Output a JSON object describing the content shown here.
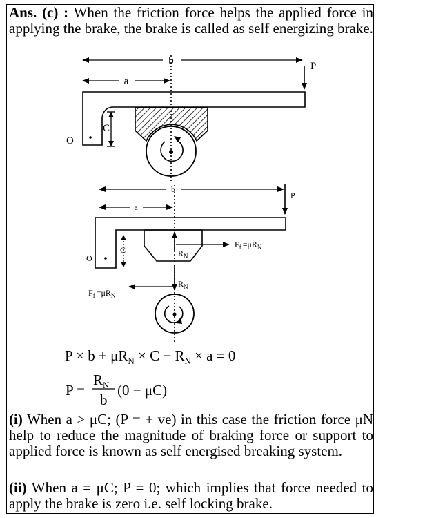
{
  "intro": {
    "label": "Ans. (c) :",
    "text": "When the friction force helps the applied force in applying the brake, the brake is called as self energizing brake."
  },
  "figure1": {
    "dim_b": "b",
    "dim_a": "a",
    "dim_c": "C",
    "force_p": "P",
    "pivot": "O"
  },
  "figure2": {
    "dim_b": "b",
    "dim_a": "a",
    "dim_c": "C",
    "force_p": "P",
    "pivot": "O",
    "reaction": "R",
    "reaction_sub": "N",
    "friction_right": "F",
    "friction_right_sub": "f",
    "friction_right_eq": "=μR",
    "friction_right_eq_sub": "N",
    "friction_left": "F",
    "friction_left_sub": "f",
    "friction_left_eq": "=μR",
    "friction_left_eq_sub": "N"
  },
  "equation1": {
    "part1": "P × b + μR",
    "sub1": "N",
    "part2": " × C − R",
    "sub2": "N",
    "part3": " × a = 0"
  },
  "equation2": {
    "lhs": "P =",
    "num": "R",
    "num_sub": "N",
    "den": "b",
    "rest": "(0 − μC)"
  },
  "point1": {
    "label": "(i)",
    "text": "When a > μC; (P = + ve) in this case the friction force μN help to reduce the magnitude of braking force or support to applied force is known as self energised breaking system."
  },
  "point2": {
    "label": "(ii)",
    "text": "When a = μC; P = 0; which implies that force needed to apply the brake is zero i.e. self locking brake."
  }
}
